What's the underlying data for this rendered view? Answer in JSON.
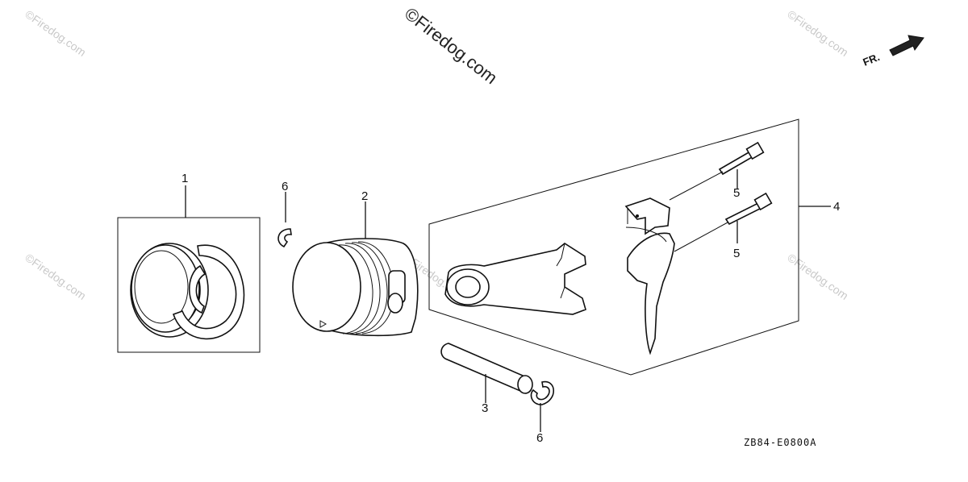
{
  "watermarks": {
    "main": "©Firedog.com",
    "corner": "©Firedog.com"
  },
  "callouts": {
    "piston_ring_set": "1",
    "piston": "2",
    "piston_pin": "3",
    "connecting_rod_assembly": "4",
    "rod_bolt_upper": "5",
    "rod_bolt_lower": "5",
    "pin_clip_upper": "6",
    "pin_clip_lower": "6"
  },
  "direction_label": "FR.",
  "diagram_code": "ZB84-E0800A"
}
